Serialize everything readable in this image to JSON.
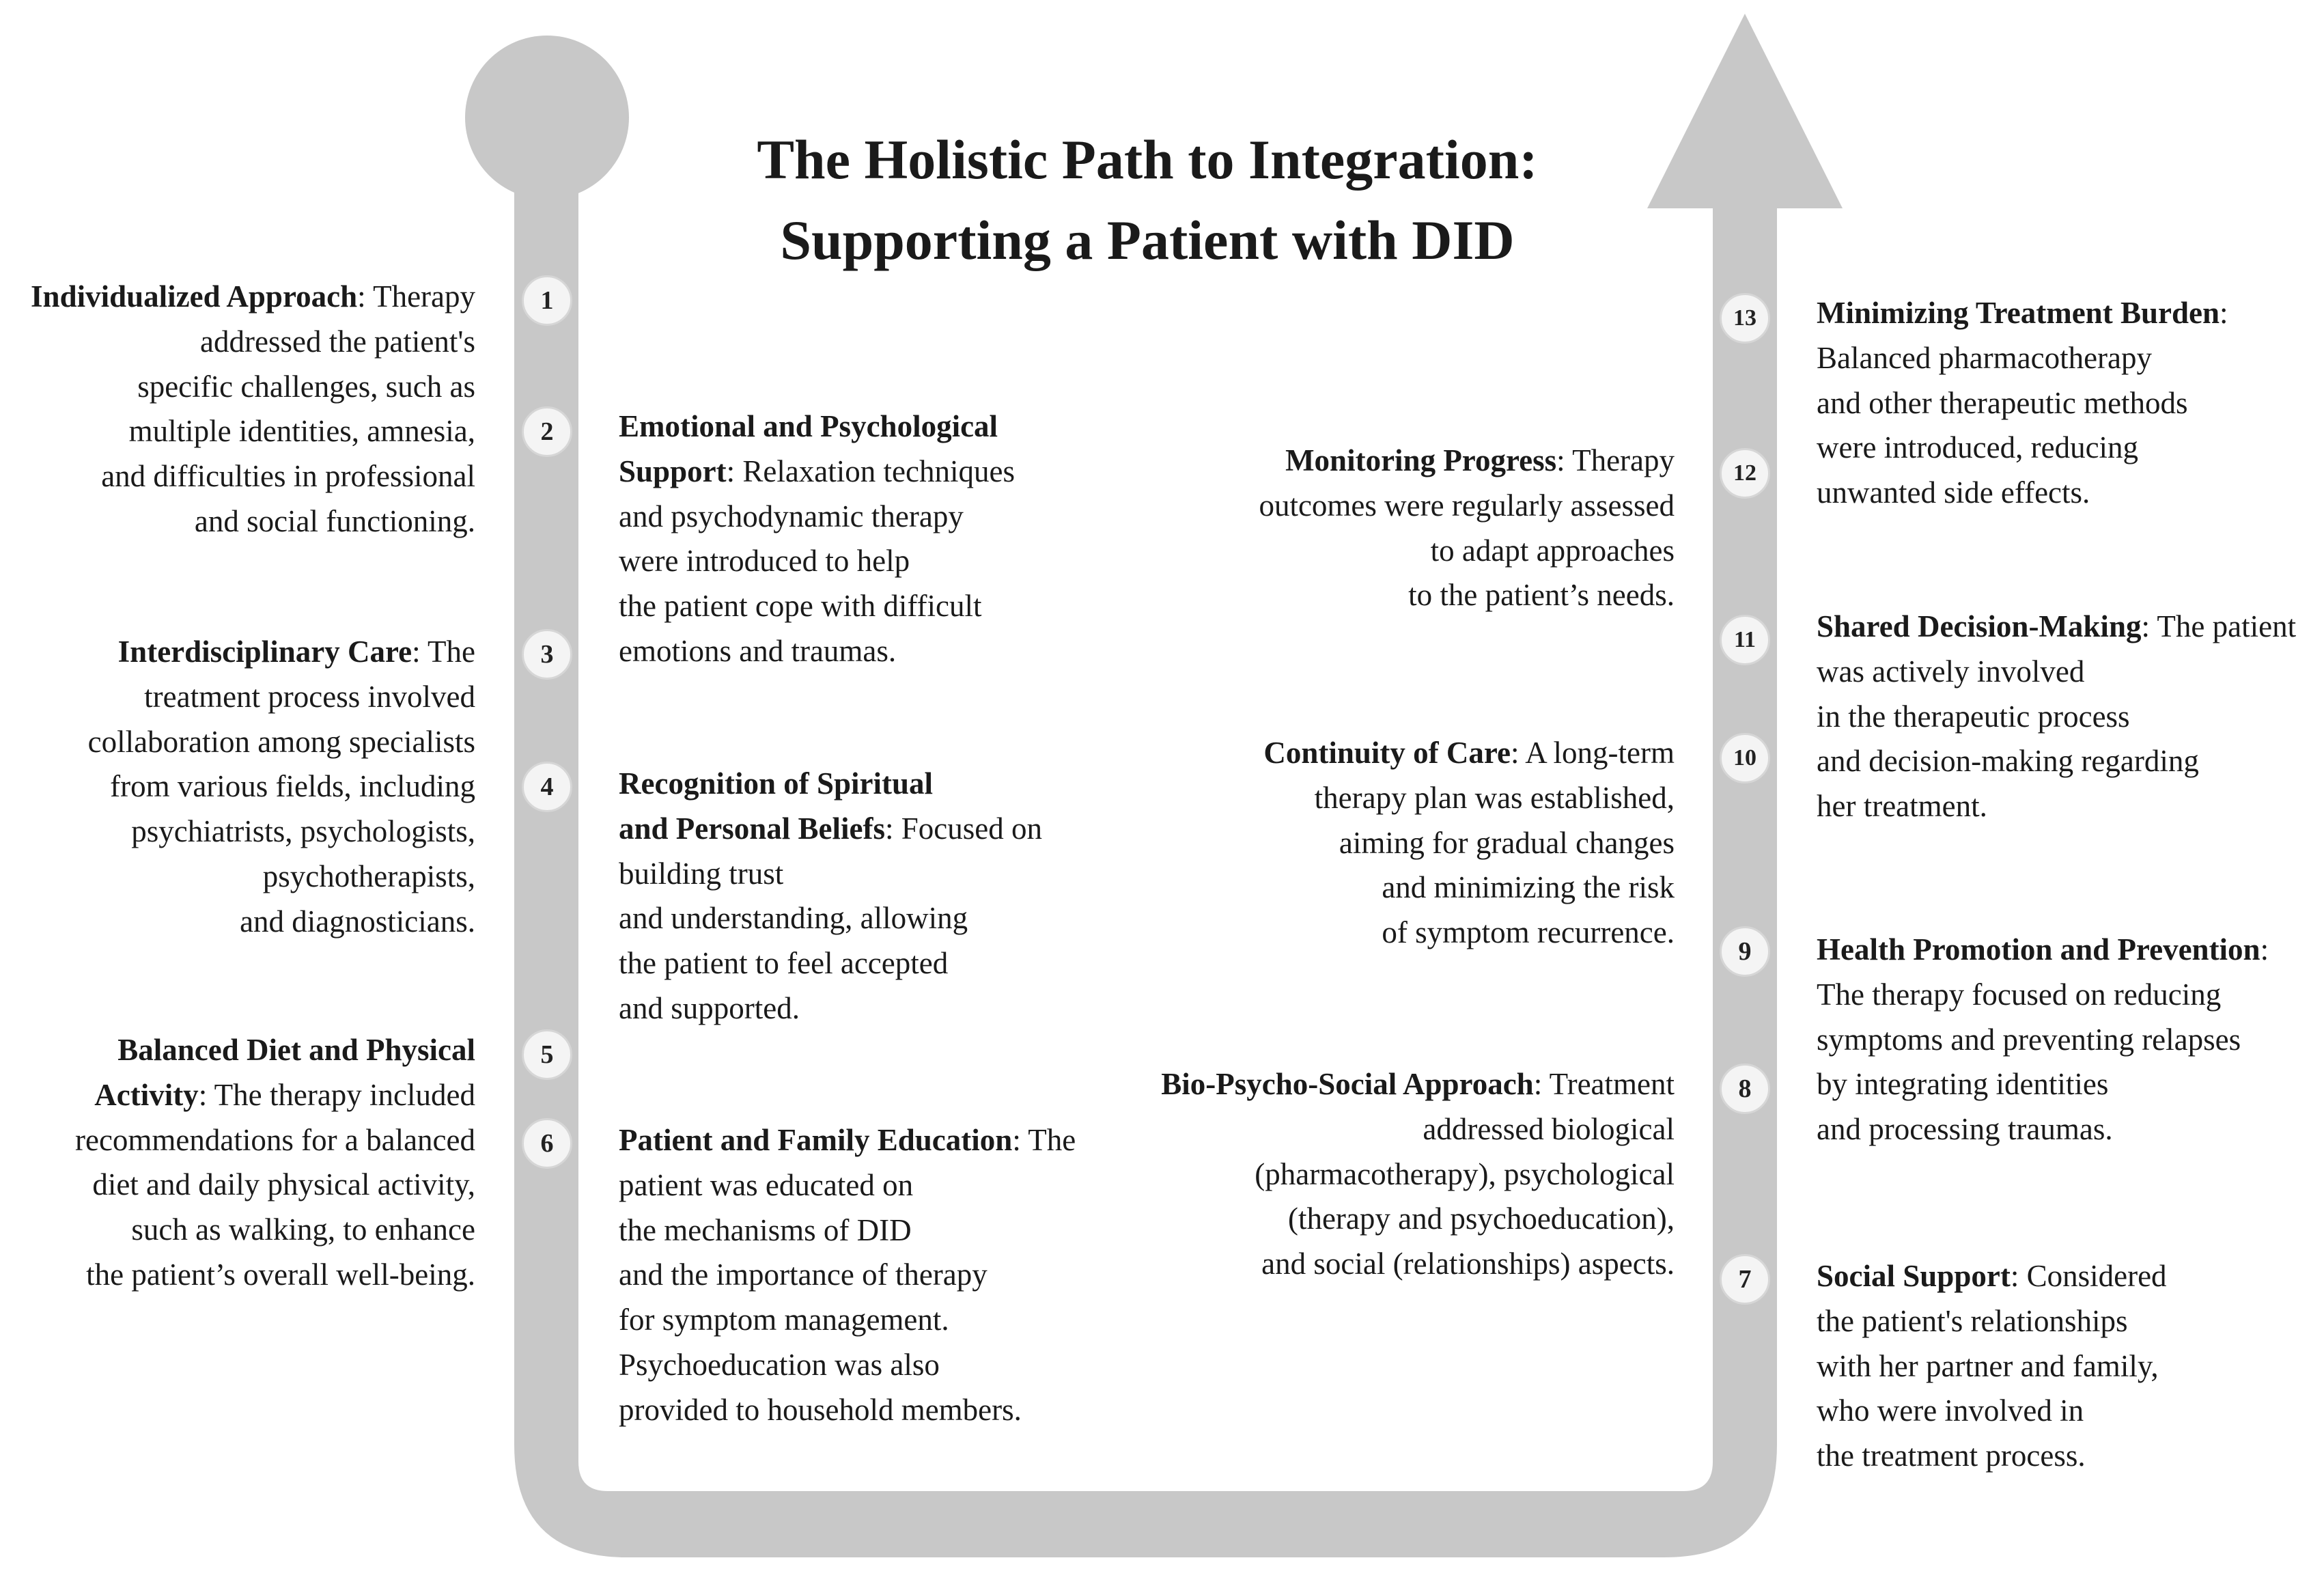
{
  "title": {
    "line1": "The Holistic Path to Integration:",
    "line2": "Supporting a Patient with DID"
  },
  "steps": [
    {
      "number": "1",
      "term": "Individualized Approach",
      "text": "Therapy addressed the patient's\nspecific challenges, such as\nmultiple identities, amnesia,\nand difficulties in professional\nand social functioning."
    },
    {
      "number": "2",
      "term": "Emotional and Psychological\nSupport",
      "text": "Relaxation techniques\nand psychodynamic therapy\nwere introduced to help\nthe patient cope with difficult\nemotions and traumas."
    },
    {
      "number": "3",
      "term": "Interdisciplinary Care",
      "text": "The treatment process involved\ncollaboration among specialists\nfrom various fields, including\npsychiatrists, psychologists,\npsychotherapists,\nand diagnosticians."
    },
    {
      "number": "4",
      "term": "Recognition of Spiritual\nand Personal Beliefs",
      "text": "Focused on building trust\nand understanding, allowing\nthe patient to feel accepted\nand supported."
    },
    {
      "number": "5",
      "term": "Balanced Diet and Physical\nActivity",
      "text": "The therapy included\nrecommendations for a balanced\ndiet and daily physical activity,\nsuch as walking, to enhance\nthe patient’s overall well-being."
    },
    {
      "number": "6",
      "term": "Patient and Family Education",
      "text": "The patient was educated on\nthe mechanisms of DID\nand the importance of therapy\nfor symptom management.\nPsychoeducation was also\nprovided to household members."
    },
    {
      "number": "7",
      "term": "Social Support",
      "text": "Considered\nthe patient's relationships\nwith her partner and family,\nwho were involved in\nthe treatment process."
    },
    {
      "number": "8",
      "term": "Bio-Psycho-Social Approach",
      "text": "Treatment addressed biological\n(pharmacotherapy), psychological\n(therapy and psychoeducation),\nand social (relationships) aspects."
    },
    {
      "number": "9",
      "term": "Health Promotion and Prevention",
      "text": "The therapy focused on reducing\nsymptoms and preventing relapses\nby integrating identities\nand processing traumas."
    },
    {
      "number": "10",
      "term": "Continuity of Care",
      "text": "A long-term\ntherapy plan was established,\naiming for gradual changes\nand minimizing the risk\nof symptom recurrence."
    },
    {
      "number": "11",
      "term": "Shared Decision-Making",
      "text": "The patient was actively involved\nin the therapeutic process\nand decision-making regarding\nher treatment."
    },
    {
      "number": "12",
      "term": "Monitoring Progress",
      "text": "Therapy\noutcomes were regularly assessed\nto adapt approaches\nto the patient’s needs."
    },
    {
      "number": "13",
      "term": "Minimizing Treatment Burden",
      "text": "Balanced pharmacotherapy\nand other therapeutic methods\nwere introduced, reducing\nunwanted side effects."
    }
  ],
  "colors": {
    "path": "#c8c8c8",
    "badge_bg": "#f4f4f4",
    "badge_border": "#d6d6d6",
    "text": "#1a1a1a"
  }
}
